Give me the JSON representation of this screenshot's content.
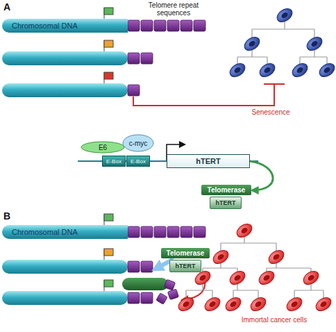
{
  "diagram": {
    "nodes": [
      {
        "text": [
          "Chromosomal DNA"
        ]
      },
      {
        "text": [
          "E6"
        ]
      },
      {
        "text": [
          "c-myc"
        ]
      },
      {
        "text": [
          "E-Box"
        ]
      },
      {
        "text": [
          "E-Box"
        ]
      },
      {
        "text": [
          "hTERT"
        ]
      },
      {
        "text": [
          "Telomerase"
        ]
      },
      {
        "text": [
          "hTERT"
        ],
        "in": 6
      },
      {
        "text": [
          "Chromosomal DNA"
        ]
      },
      {
        "text": [
          "Telomerase"
        ]
      },
      {
        "text": [
          "hTERT"
        ],
        "in": 9
      }
    ],
    "edges": [
      {
        "from": 5,
        "to": 6,
        "arrow": "to"
      }
    ],
    "labels": [
      "A",
      "Telomere repeat sequences",
      "Senescence",
      "B",
      "Immortal cancer cells"
    ]
  }
}
